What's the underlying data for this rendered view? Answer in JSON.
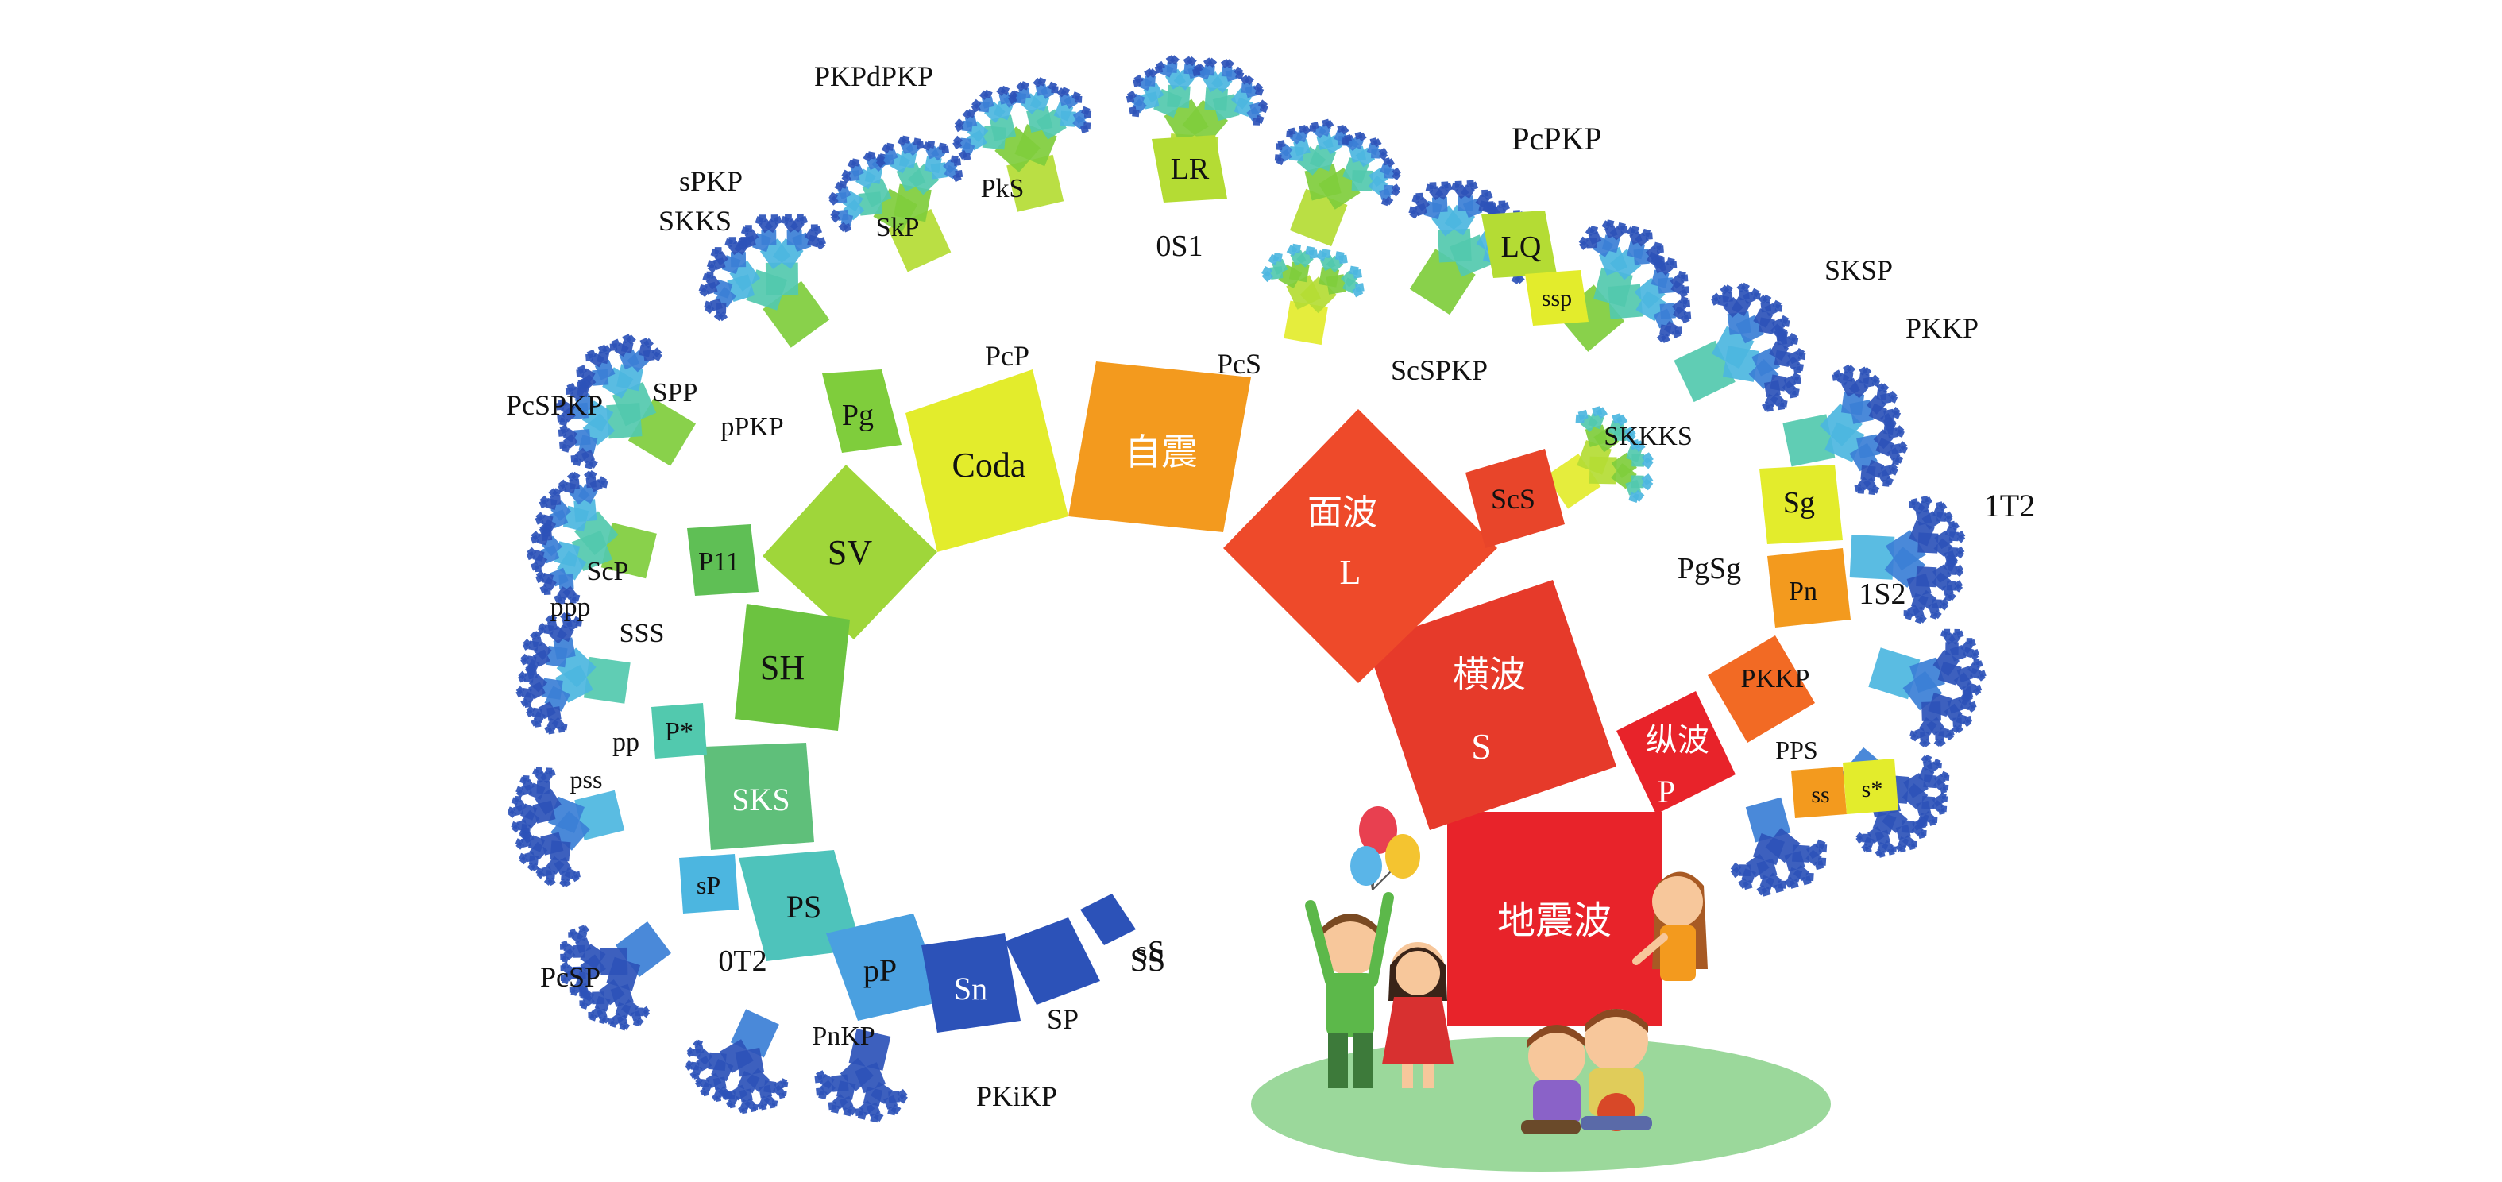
{
  "colors": {
    "red": "#e8232a",
    "red_orange": "#ee4a2a",
    "orange": "#f26a24",
    "light_orange": "#f39a1e",
    "yellow": "#e3ec2c",
    "yellow_green": "#b4dc34",
    "green": "#7fcd3c",
    "mid_green": "#5fbf55",
    "teal": "#52c9ae",
    "cyan": "#4cb6e0",
    "blue": "#3b7fd6",
    "dark_blue": "#2c52b8",
    "ground": "#9bd89b"
  },
  "trunk": {
    "label": "地震波"
  },
  "main_branches": {
    "s_wave": {
      "line1": "横波",
      "line2": "S"
    },
    "p_wave": {
      "line1": "纵波",
      "line2": "P"
    },
    "surface": {
      "line1": "面波",
      "line2": "L"
    },
    "natural": {
      "label": "自震"
    },
    "coda": {
      "label": "Coda"
    },
    "sv": {
      "label": "SV"
    },
    "sh": {
      "label": "SH"
    },
    "sks": {
      "label": "SKS"
    },
    "ps": {
      "label": "PS"
    },
    "pp_small": {
      "label": "pP"
    },
    "sn": {
      "label": "Sn"
    },
    "pkkp": {
      "label": "PKKP"
    },
    "pn": {
      "label": "Pn"
    },
    "sg": {
      "label": "Sg"
    },
    "scs": {
      "label": "ScS"
    },
    "pg": {
      "label": "Pg"
    },
    "p11": {
      "label": "P11"
    },
    "pstar": {
      "label": "P*"
    },
    "sp": {
      "label": "sP"
    },
    "ss_box": {
      "label": "ss"
    },
    "sstar": {
      "label": "s*"
    },
    "lr": {
      "label": "LR"
    },
    "lq": {
      "label": "LQ"
    },
    "ssp": {
      "label": "ssp"
    }
  },
  "leaf_labels": [
    "PKPdPKP",
    "sPKP",
    "SKKS",
    "SkP",
    "PkS",
    "0S1",
    "PcP",
    "PcS",
    "ScSPKP",
    "PcPKP",
    "SKSP",
    "PKKP",
    "1T2",
    "1S2",
    "PgSg",
    "SKKKS",
    "PPS",
    "SS",
    "PcSPKP",
    "SPP",
    "pPKP",
    "ScP",
    "ppp",
    "SSS",
    "pp",
    "pss",
    "PcSP",
    "0T2",
    "PnKP",
    "SP",
    "PKiKP",
    "sS"
  ]
}
